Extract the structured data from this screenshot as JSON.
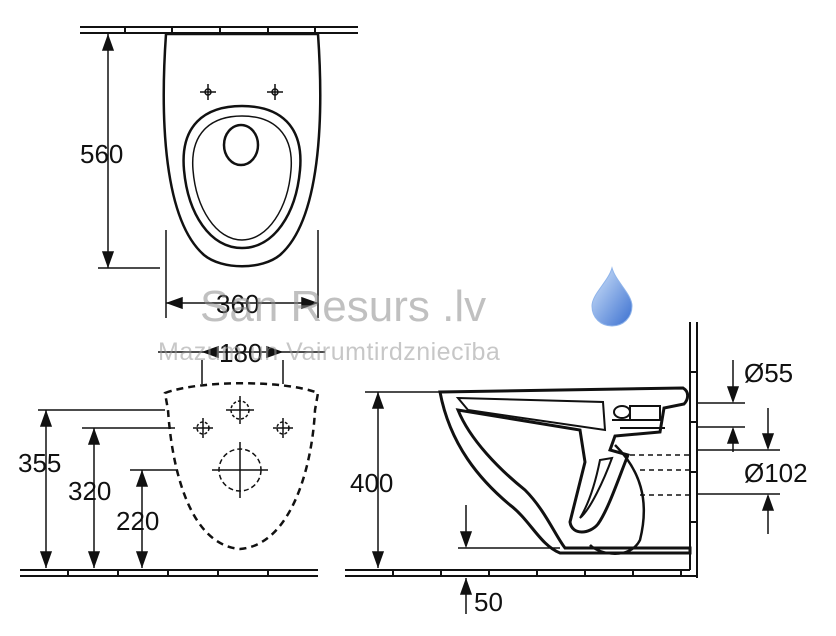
{
  "dimensions": {
    "top_depth": "560",
    "top_width": "360",
    "hole_spacing": "180",
    "rear_height_1": "355",
    "rear_height_2": "320",
    "rear_height_3": "220",
    "side_height": "400",
    "outlet_offset": "50",
    "inlet_diameter": "Ø55",
    "outlet_diameter": "Ø102"
  },
  "watermark": {
    "brand": "San Resurs .lv",
    "tagline": "Mazum un Vairumtirdzniecība"
  },
  "colors": {
    "line": "#111111",
    "watermark_text": "#8e8e8e",
    "drop_light": "#bcd6f4",
    "drop_dark": "#3f79d6"
  }
}
